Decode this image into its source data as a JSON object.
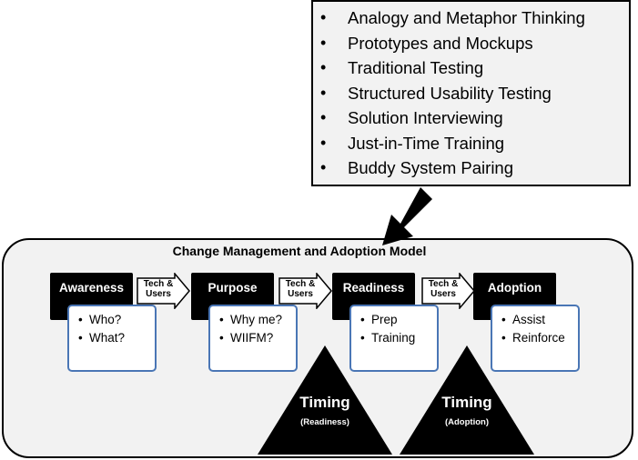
{
  "techniques": [
    "Analogy and Metaphor Thinking",
    "Prototypes and Mockups",
    "Traditional Testing",
    "Structured Usability Testing",
    "Solution Interviewing",
    "Just-in-Time Training",
    "Buddy System Pairing"
  ],
  "model": {
    "title": "Change Management and Adoption Model",
    "stages": [
      {
        "name": "Awareness",
        "items": [
          "Who?",
          "What?"
        ]
      },
      {
        "name": "Purpose",
        "items": [
          "Why me?",
          "WIIFM?"
        ]
      },
      {
        "name": "Readiness",
        "items": [
          "Prep",
          "Training"
        ]
      },
      {
        "name": "Adoption",
        "items": [
          "Assist",
          "Reinforce"
        ]
      }
    ],
    "connector_label": [
      "Tech &",
      "Users"
    ],
    "timing": [
      {
        "title": "Timing",
        "sub": "(Readiness)"
      },
      {
        "title": "Timing",
        "sub": "(Adoption)"
      }
    ]
  },
  "colors": {
    "stage_fill": "#000000",
    "list_border": "#4a76b5",
    "panel_fill": "#f2f2f2"
  }
}
